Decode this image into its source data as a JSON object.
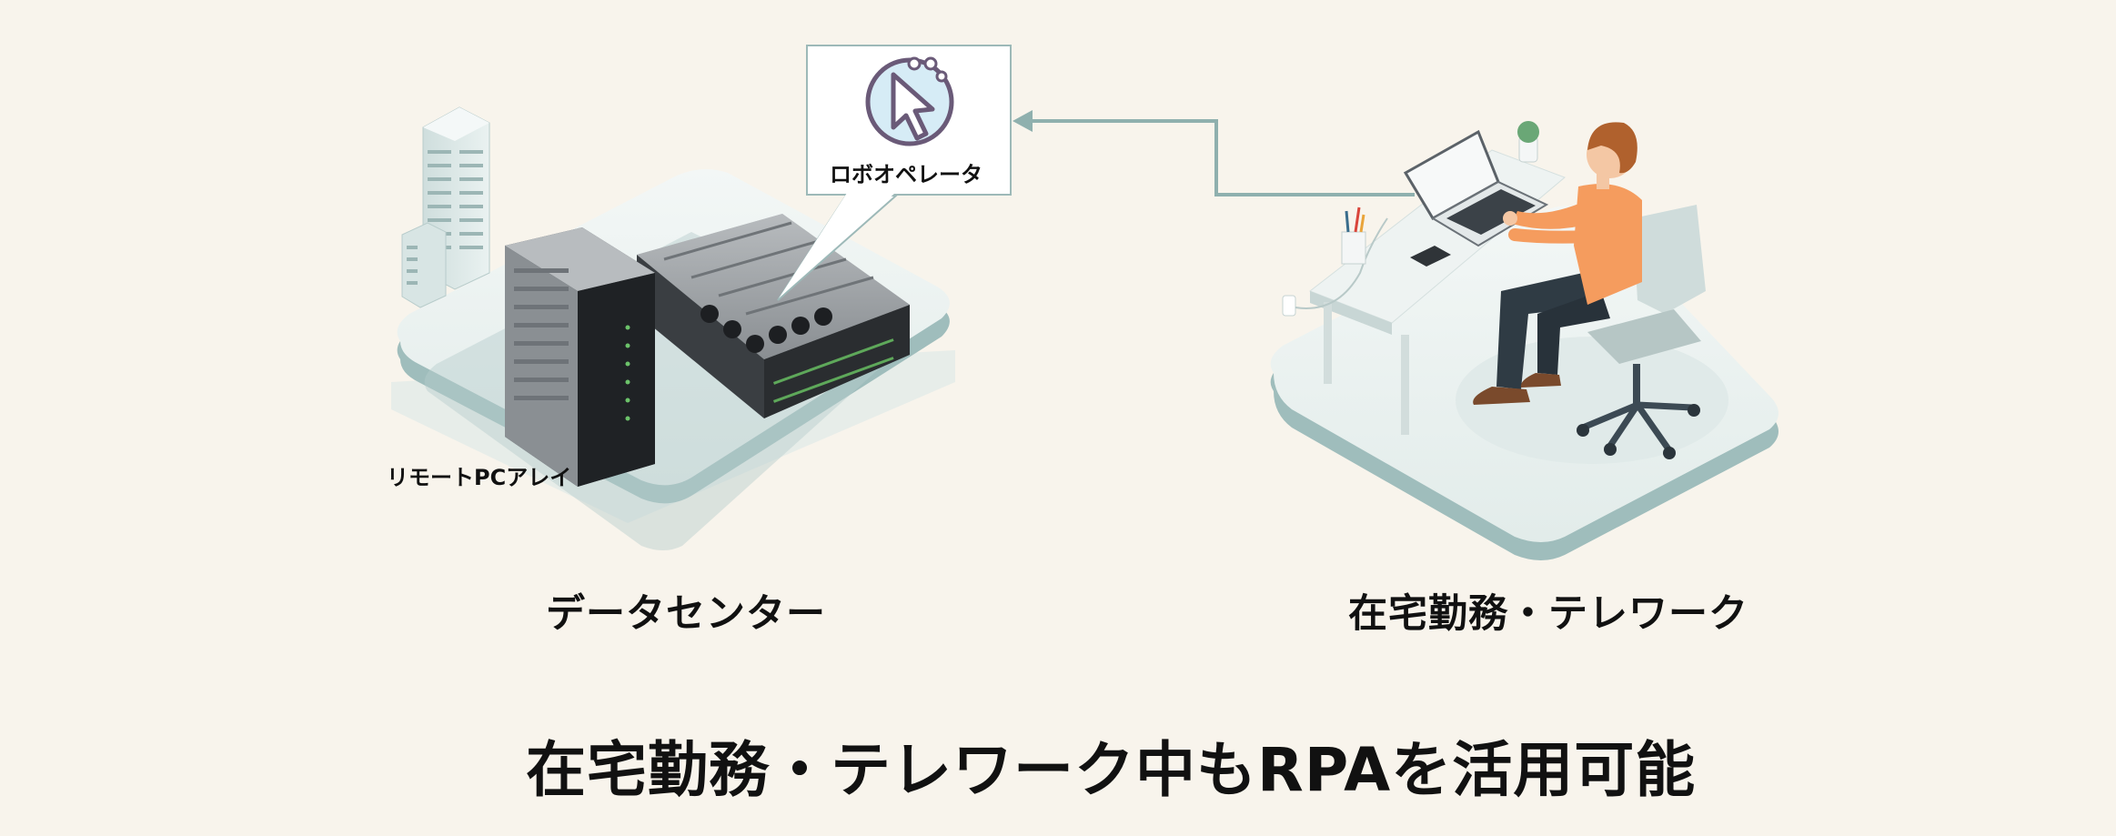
{
  "labels": {
    "robo_operator": "ロボオペレータ",
    "remote_pc_array": "リモートPCアレイ",
    "data_center": "データセンター",
    "telework": "在宅勤務・テレワーク"
  },
  "headline": "在宅勤務・テレワーク中もRPAを活用可能",
  "colors": {
    "background": "#f8f4ec",
    "platform_top": "#eaf1f0",
    "platform_edge": "#a7c2c1",
    "connector_line": "#8fb0ae",
    "robo_circle": "#d6ecf6",
    "robo_ring": "#6a5a78",
    "person_shirt": "#f59c5e",
    "person_pants": "#2f3b44"
  },
  "icons": {
    "robo": "cursor-pointer-icon",
    "buildings": "office-building-icon",
    "server": "server-rack-icon",
    "worker": "person-at-desk-icon"
  }
}
